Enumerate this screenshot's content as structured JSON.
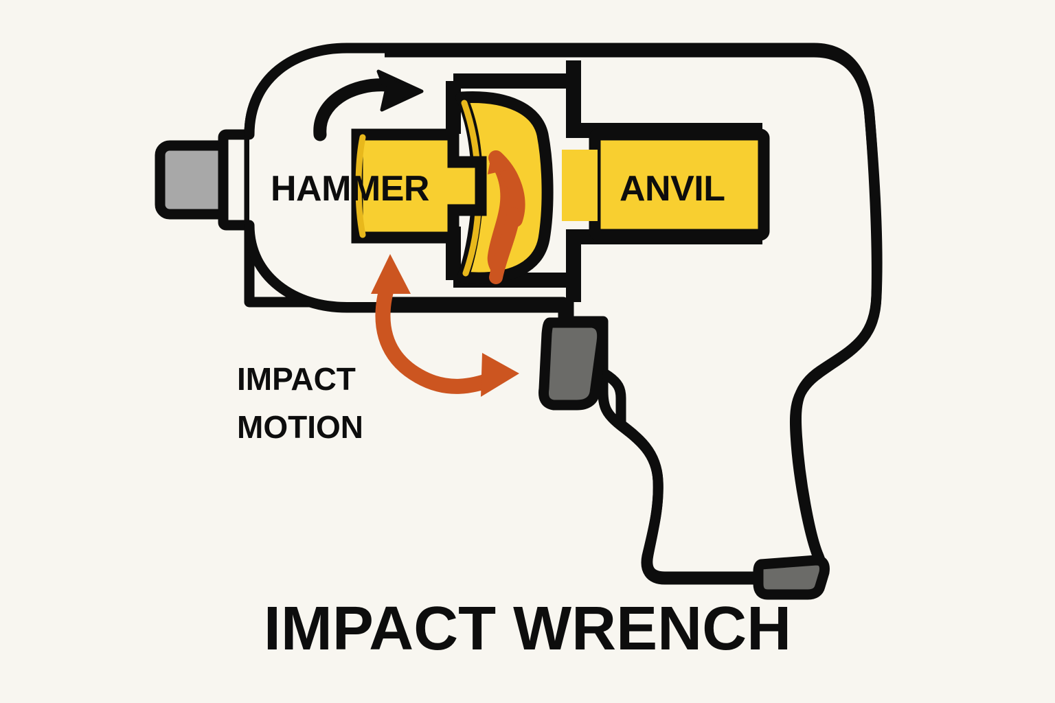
{
  "figure": {
    "title": "IMPACT WRENCH",
    "background_color": "#f8f6f0"
  },
  "colors": {
    "outline": "#0d0d0d",
    "body_fill": "#f8f6f0",
    "mechanism_yellow": "#f8cf30",
    "accent_orange": "#cc5520",
    "metal_gray": "#a8a8a8",
    "grip_gray": "#6b6b68",
    "text": "#0d0d0d"
  },
  "labels": {
    "hammer": "HAMMER",
    "anvil": "ANVIL",
    "impact_motion_line1": "IMPACT",
    "impact_motion_line2": "MOTION"
  },
  "icons": {
    "rotation_arrow": "curved-rotation-arrow-icon",
    "impact_motion_arrow": "curved-double-ended-impact-arrow-icon",
    "strike_arrow": "curved-strike-arrow-icon"
  },
  "parts": [
    {
      "name": "square-drive-anvil-output",
      "material": "metal_gray"
    },
    {
      "name": "hammer-block",
      "material": "mechanism_yellow"
    },
    {
      "name": "cam-drive-wheel",
      "material": "mechanism_yellow"
    },
    {
      "name": "anvil-block",
      "material": "mechanism_yellow"
    },
    {
      "name": "trigger",
      "material": "grip_gray"
    },
    {
      "name": "air-inlet-fitting",
      "material": "grip_gray"
    },
    {
      "name": "tool-housing",
      "material": "body_fill"
    }
  ]
}
